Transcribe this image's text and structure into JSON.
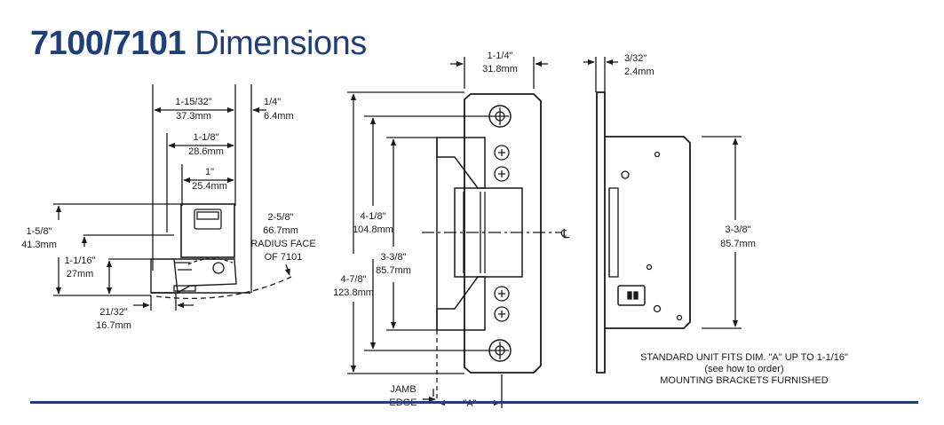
{
  "title": {
    "model": "7100/7101",
    "word": "Dimensions"
  },
  "colors": {
    "title": "#1f3f78",
    "rule": "#1f3f78",
    "line": "#1a1a1a"
  },
  "side_view": {
    "d_1_15_32": {
      "inch": "1-15/32\"",
      "mm": "37.3mm"
    },
    "d_1_4": {
      "inch": "1/4\"",
      "mm": "6.4mm"
    },
    "d_1_1_8": {
      "inch": "1-1/8\"",
      "mm": "28.6mm"
    },
    "d_1": {
      "inch": "1\"",
      "mm": "25.4mm"
    },
    "d_1_5_8": {
      "inch": "1-5/8\"",
      "mm": "41.3mm"
    },
    "d_1_1_16": {
      "inch": "1-1/16\"",
      "mm": "27mm"
    },
    "d_21_32": {
      "inch": "21/32\"",
      "mm": "16.7mm"
    },
    "radius": {
      "inch": "2-5/8\"",
      "mm": "66.7mm",
      "label1": "RADIUS FACE",
      "label2": "OF 7101"
    }
  },
  "front_view": {
    "d_1_1_4": {
      "inch": "1-1/4\"",
      "mm": "31.8mm"
    },
    "d_4_1_8": {
      "inch": "4-1/8\"",
      "mm": "104.8mm"
    },
    "d_3_3_8": {
      "inch": "3-3/8\"",
      "mm": "85.7mm"
    },
    "d_4_7_8": {
      "inch": "4-7/8\"",
      "mm": "123.8mm"
    },
    "centerline": "℄",
    "jamb_edge": {
      "line1": "JAMB",
      "line2": "EDGE"
    },
    "dim_a": "\"A\""
  },
  "profile_view": {
    "d_3_32": {
      "inch": "3/32\"",
      "mm": "2.4mm"
    },
    "d_3_3_8": {
      "inch": "3-3/8\"",
      "mm": "85.7mm"
    }
  },
  "notes": {
    "line1": "STANDARD UNIT FITS DIM. \"A\" UP TO 1-1/16\"",
    "line2": "(see how to order)",
    "line3": "MOUNTING BRACKETS FURNISHED"
  }
}
